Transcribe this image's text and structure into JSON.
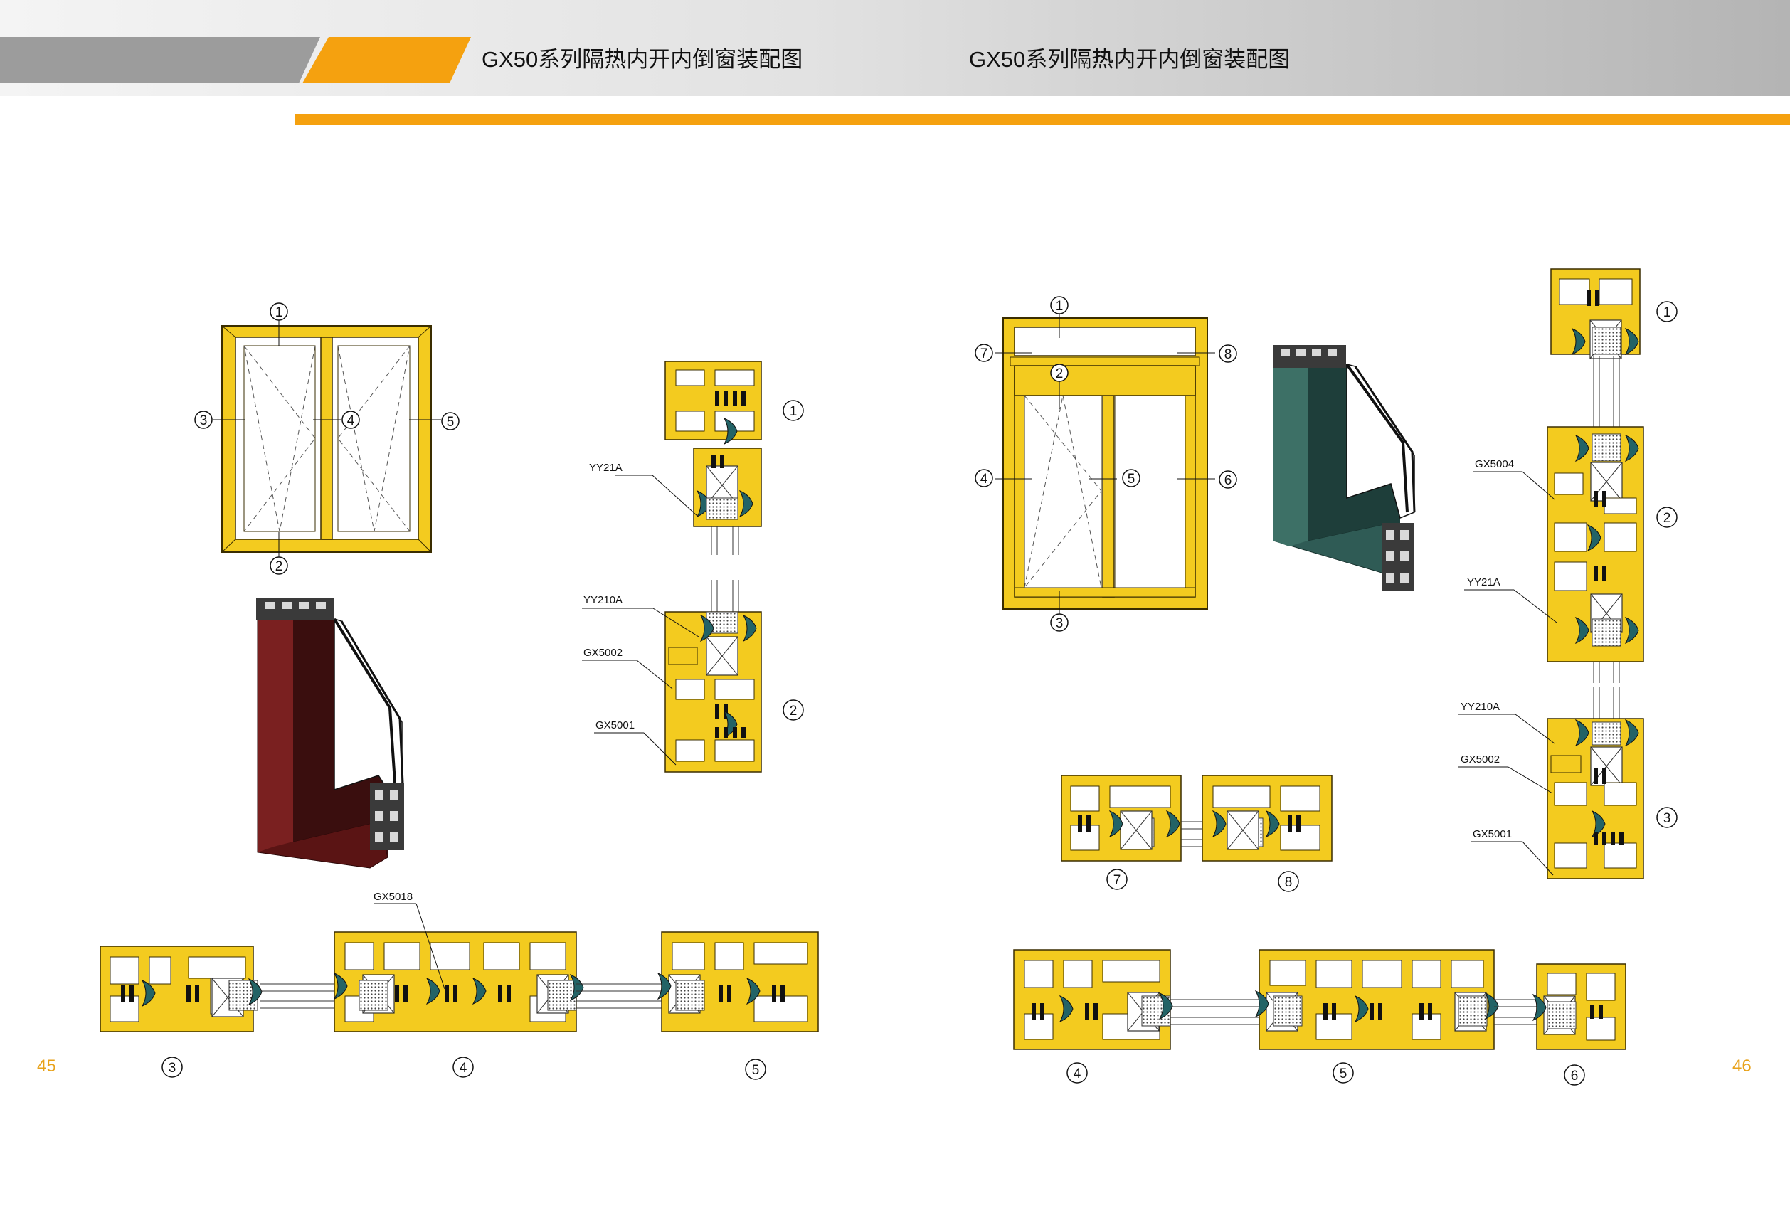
{
  "header": {
    "title_left": "GX50系列隔热内开内倒窗装配图",
    "title_right": "GX50系列隔热内开内倒窗装配图",
    "accent_color": "#f5a10f",
    "band_color": "#9c9c9c"
  },
  "pages": {
    "left": "45",
    "right": "46"
  },
  "left_page": {
    "elevation_markers": [
      "1",
      "2",
      "3",
      "4",
      "5"
    ],
    "vertical_section_markers": [
      "1",
      "2"
    ],
    "vertical_section_labels": [
      "YY21A",
      "YY210A",
      "GX5002",
      "GX5001"
    ],
    "horizontal_section_label": "GX5018",
    "horizontal_section_markers": [
      "3",
      "4",
      "5"
    ]
  },
  "right_page": {
    "elevation_markers": [
      "1",
      "2",
      "3",
      "4",
      "5",
      "6",
      "7",
      "8"
    ],
    "vertical_section_markers": [
      "1",
      "2",
      "3"
    ],
    "vertical_section_labels": [
      "GX5004",
      "YY21A",
      "YY210A",
      "GX5002",
      "GX5001"
    ],
    "small_section_markers": [
      "7",
      "8"
    ],
    "horizontal_section_markers": [
      "4",
      "5",
      "6"
    ]
  },
  "colors": {
    "profile": "#f3cb1f",
    "gasket": "#236366",
    "panel_left": "#5a1414",
    "panel_right": "#2f5b55"
  }
}
